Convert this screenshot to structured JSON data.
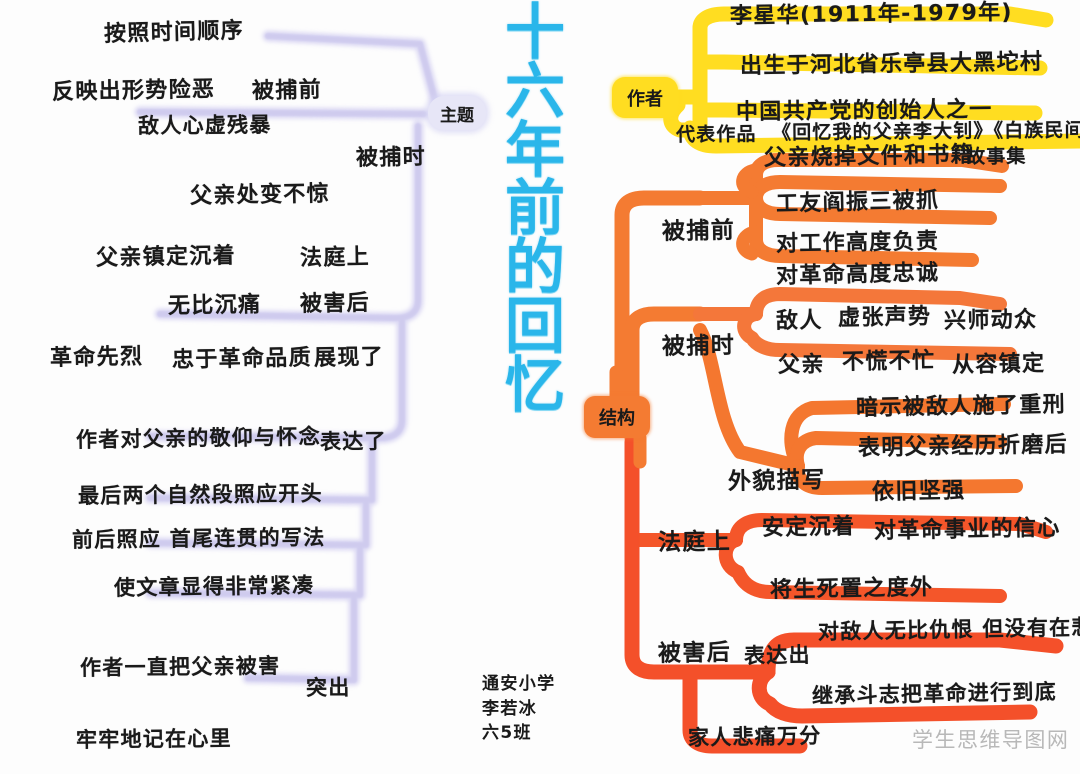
{
  "title": {
    "chars": [
      "十",
      "六",
      "年",
      "前",
      "的",
      "回",
      "忆"
    ],
    "full": "十六年前的回忆",
    "color": "#2ab6ea"
  },
  "signature": {
    "school": "通安小学",
    "name": "李若冰",
    "classroom": "六5班"
  },
  "watermark": "学生思维导图网",
  "hubs": {
    "theme": {
      "label": "主题",
      "color": "#e7e6f7"
    },
    "author": {
      "label": "作者",
      "color": "#ffdd21"
    },
    "structure": {
      "label": "结构",
      "color": "#f47b32"
    }
  },
  "branches": {
    "theme": {
      "label": "主题",
      "color": "#d8d5f2",
      "items": [
        {
          "label": "按照时间顺序"
        },
        {
          "label": "反映出形势险恶",
          "tag": "被捕前"
        },
        {
          "label": "敌人心虚残暴"
        },
        {
          "label": "父亲处变不惊",
          "tag": "被捕时"
        },
        {
          "label": "父亲镇定沉着",
          "tag": "法庭上"
        },
        {
          "label": "无比沉痛",
          "tag": "被害后"
        },
        {
          "label": "革命先烈",
          "mid": "忠于革命品质",
          "tag": "展现了"
        },
        {
          "label": "作者对父亲的敬仰与怀念",
          "tag": "表达了"
        },
        {
          "label": "最后两个自然段照应开头"
        },
        {
          "label": "前后照应 首尾连贯的写法"
        },
        {
          "label": "使文章显得非常紧凑"
        },
        {
          "label": "作者一直把父亲被害",
          "tag": "突出"
        },
        {
          "label": "牢牢地记在心里"
        }
      ]
    },
    "author": {
      "label": "作者",
      "color": "#ffdd21",
      "items": [
        {
          "label": "李星华(1911年-1979年)"
        },
        {
          "label": "出生于河北省乐亭县大黑坨村"
        },
        {
          "label": "中国共产党的创始人之一"
        },
        {
          "label": "代表作品",
          "works": "《回忆我的父亲李大钊》《白族民间故事集》"
        }
      ]
    },
    "structure": {
      "label": "结构",
      "color": "#f47b32",
      "groups": [
        {
          "label": "被捕前",
          "items": [
            {
              "label": "父亲烧掉文件和书籍"
            },
            {
              "label": "工友阎振三被抓"
            },
            {
              "label": "对工作高度负责"
            },
            {
              "label": "对革命高度忠诚"
            }
          ]
        },
        {
          "label": "被捕时",
          "items": [
            {
              "label": "敌人",
              "mid": "虚张声势",
              "tail": "兴师动众"
            },
            {
              "label": "父亲",
              "mid": "不慌不忙",
              "tail": "从容镇定"
            }
          ]
        },
        {
          "label": "外貌描写",
          "items": [
            {
              "label": "暗示被敌人施了重刑"
            },
            {
              "label": "表明父亲经历折磨后"
            },
            {
              "label": "依旧坚强"
            }
          ]
        },
        {
          "label": "法庭上",
          "items": [
            {
              "label": "安定沉着",
              "tail": "对革命事业的信心"
            },
            {
              "label": "将生死置之度外"
            }
          ]
        },
        {
          "label": "被害后",
          "connector": "表达出",
          "items": [
            {
              "label": "对敌人无比仇恨 但没有在悲"
            },
            {
              "label": "继承斗志把革命进行到底"
            },
            {
              "label": "家人悲痛万分"
            }
          ]
        }
      ]
    }
  }
}
